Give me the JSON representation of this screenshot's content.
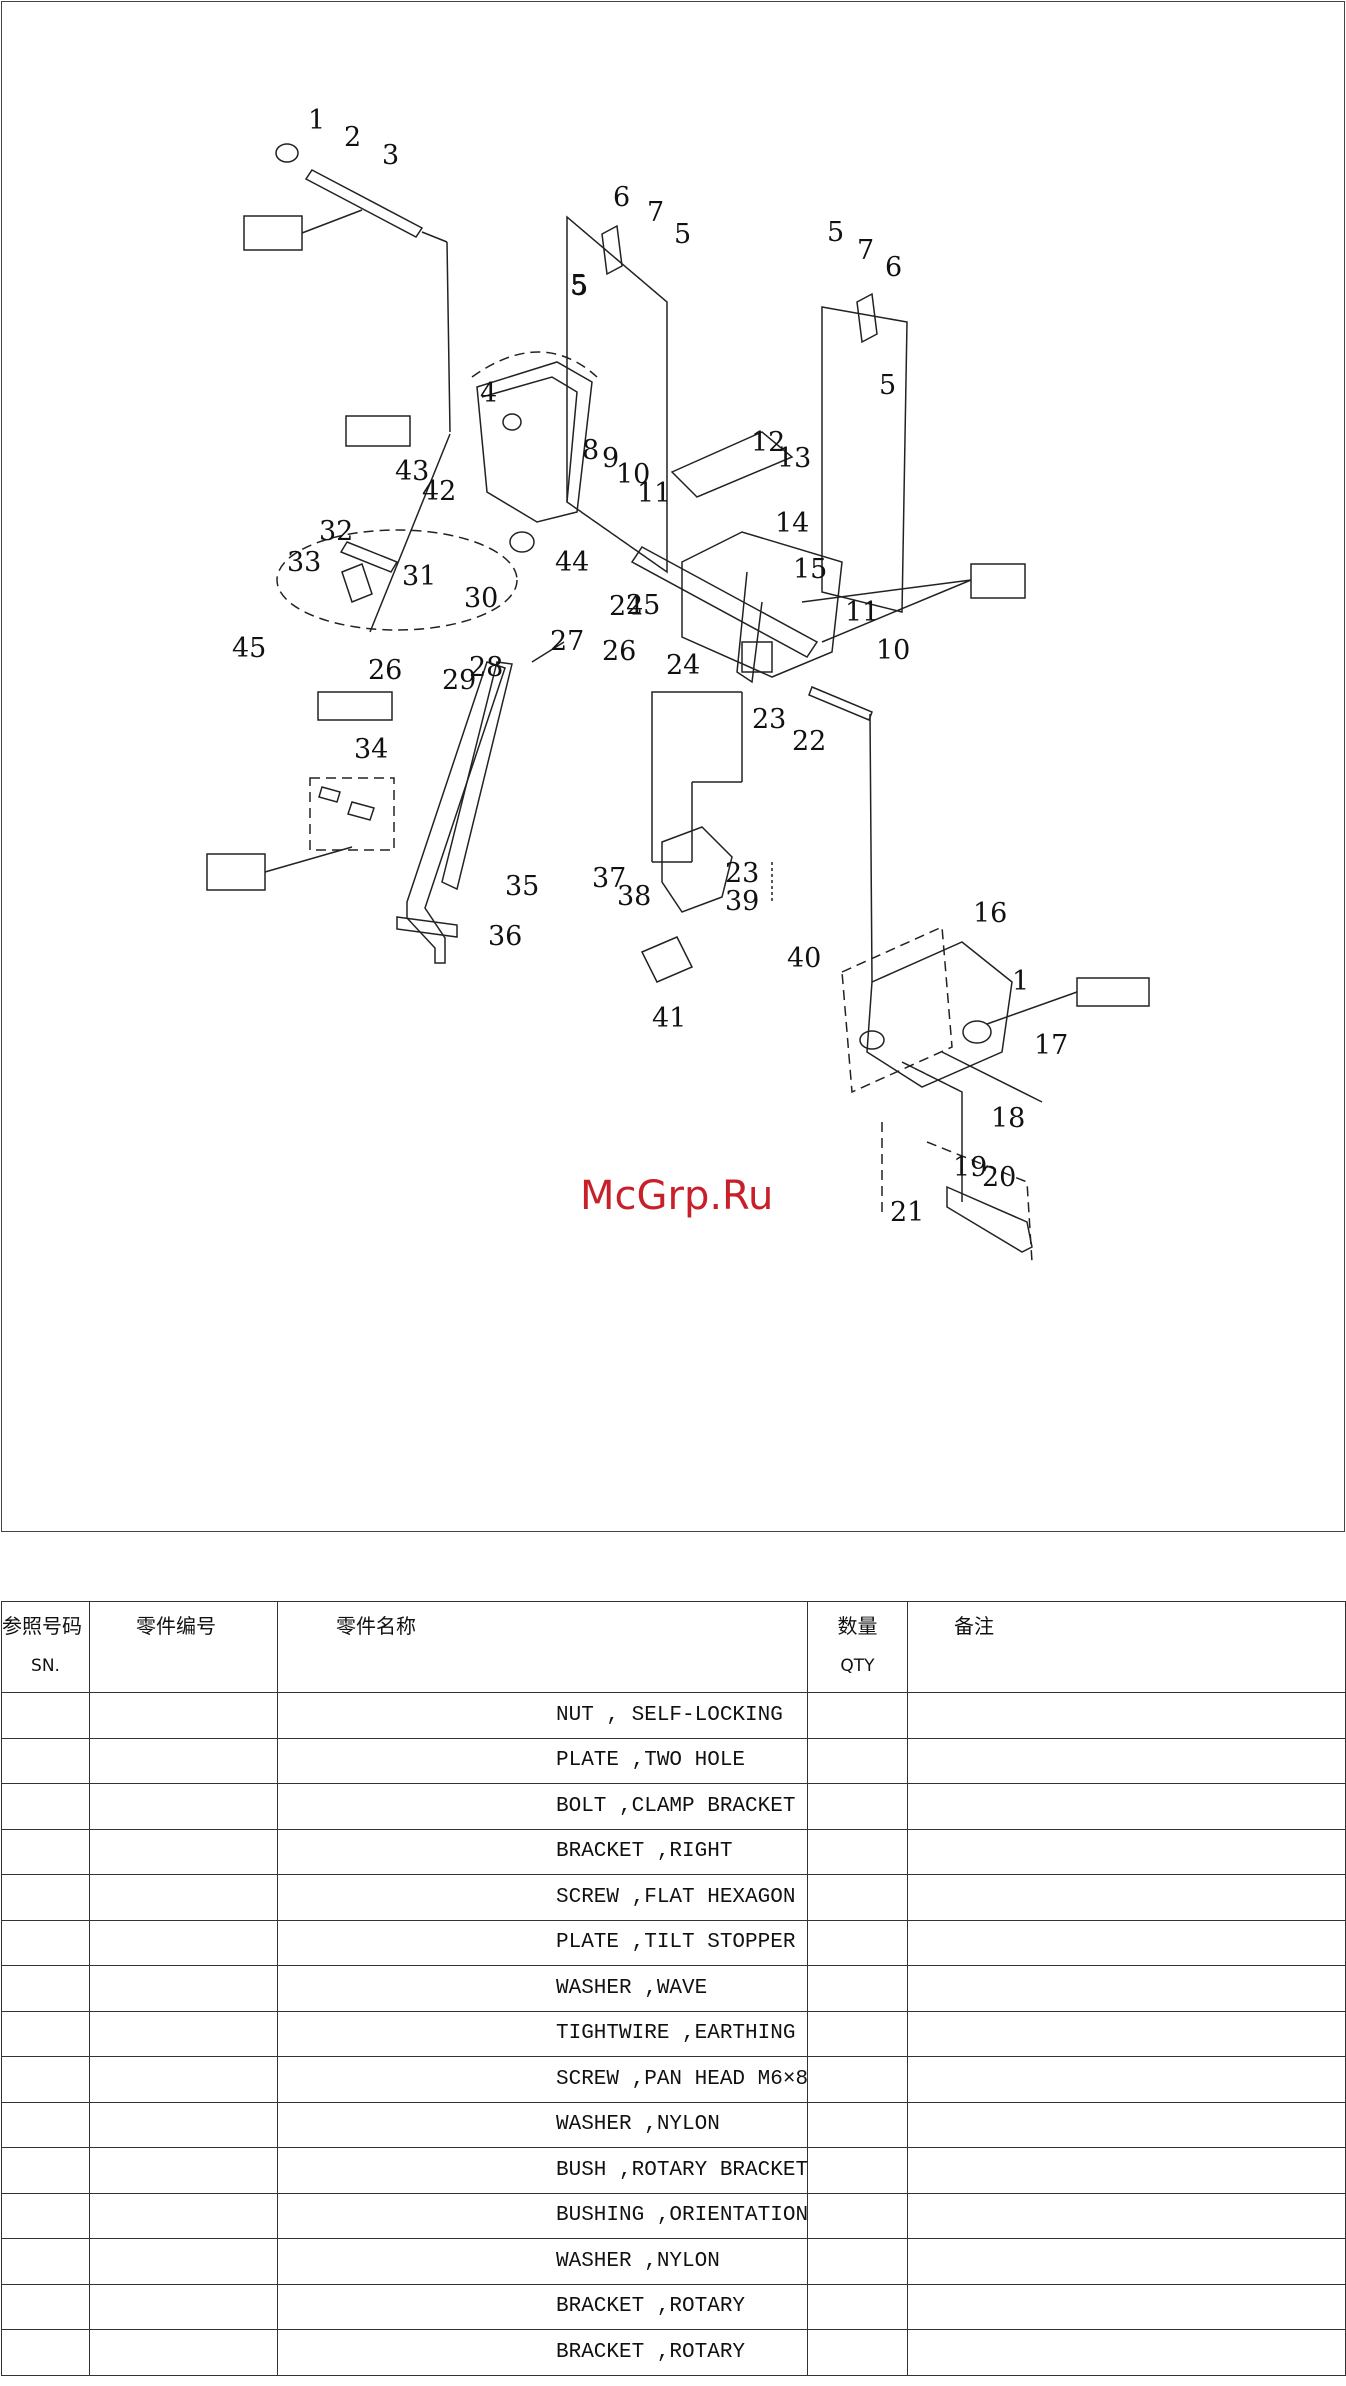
{
  "diagram": {
    "callouts": [
      "1",
      "2",
      "3",
      "4",
      "5",
      "5",
      "6",
      "7",
      "5",
      "5",
      "7",
      "6",
      "5",
      "8",
      "9",
      "10",
      "11",
      "12",
      "13",
      "14",
      "15",
      "11",
      "10",
      "43",
      "42",
      "32",
      "33",
      "31",
      "45",
      "30",
      "44",
      "24",
      "25",
      "26",
      "27",
      "26",
      "28",
      "29",
      "24",
      "23",
      "22",
      "34",
      "37",
      "38",
      "23",
      "39",
      "40",
      "41",
      "35",
      "36",
      "16",
      "1",
      "17",
      "18",
      "19",
      "20",
      "21"
    ],
    "watermark": "McGrp.Ru"
  },
  "table": {
    "headers": {
      "sn": "参照号码",
      "sn_sub": "SN.",
      "part_no": "零件编号",
      "name": "零件名称",
      "qty": "数量",
      "qty_sub": "QTY",
      "remark": "备注"
    },
    "rows": [
      {
        "name": "NUT , SELF-LOCKING"
      },
      {
        "name": "PLATE ,TWO HOLE"
      },
      {
        "name": "BOLT ,CLAMP BRACKET"
      },
      {
        "name": "BRACKET ,RIGHT"
      },
      {
        "name": "SCREW ,FLAT HEXAGON"
      },
      {
        "name": "PLATE ,TILT STOPPER"
      },
      {
        "name": "WASHER ,WAVE"
      },
      {
        "name": "TIGHTWIRE ,EARTHING"
      },
      {
        "name": "SCREW ,PAN HEAD M6×8"
      },
      {
        "name": "WASHER ,NYLON"
      },
      {
        "name": "BUSH ,ROTARY BRACKET"
      },
      {
        "name": "BUSHING ,ORIENTATION"
      },
      {
        "name": "WASHER ,NYLON"
      },
      {
        "name": "BRACKET ,ROTARY"
      },
      {
        "name": "BRACKET ,ROTARY"
      }
    ]
  }
}
